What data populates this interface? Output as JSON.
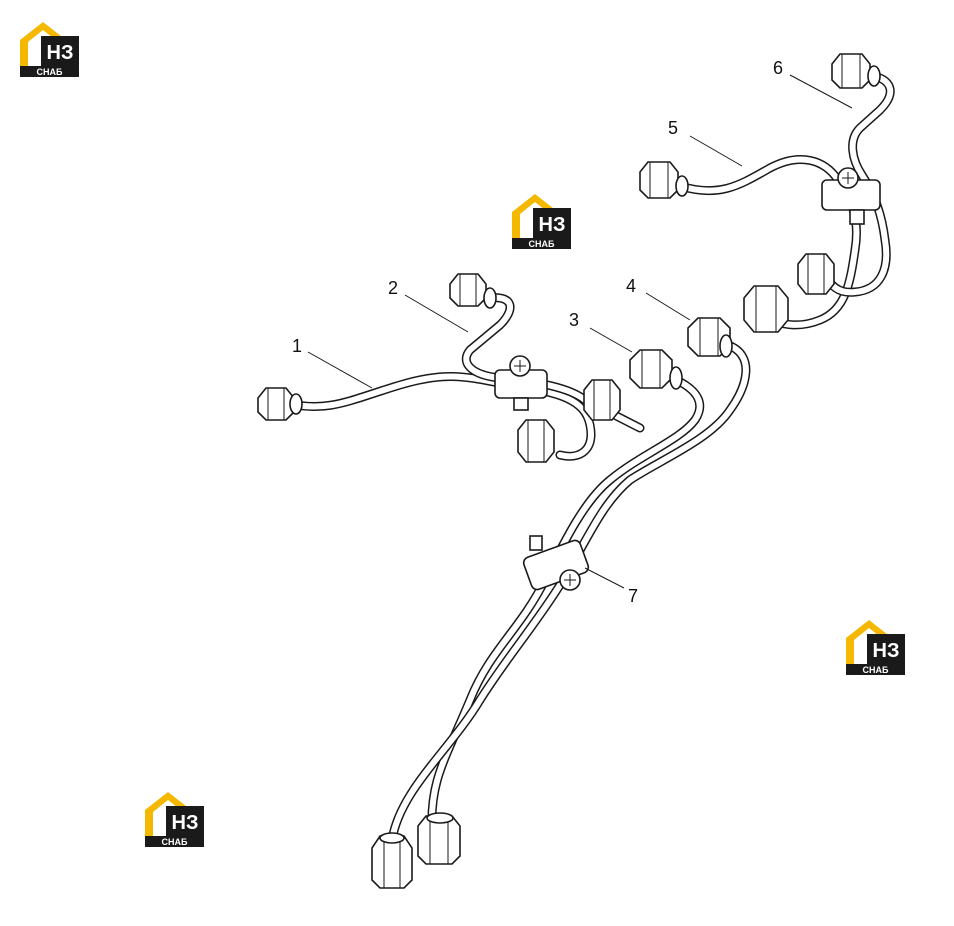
{
  "logo": {
    "line1": "НЗ",
    "line2": "СНАБ",
    "house_color": "#F5B800",
    "badge_color": "#1a1a1a"
  },
  "callouts": [
    {
      "id": "1",
      "label": "1"
    },
    {
      "id": "2",
      "label": "2"
    },
    {
      "id": "3",
      "label": "3"
    },
    {
      "id": "4",
      "label": "4"
    },
    {
      "id": "5",
      "label": "5"
    },
    {
      "id": "6",
      "label": "6"
    },
    {
      "id": "7",
      "label": "7"
    }
  ]
}
